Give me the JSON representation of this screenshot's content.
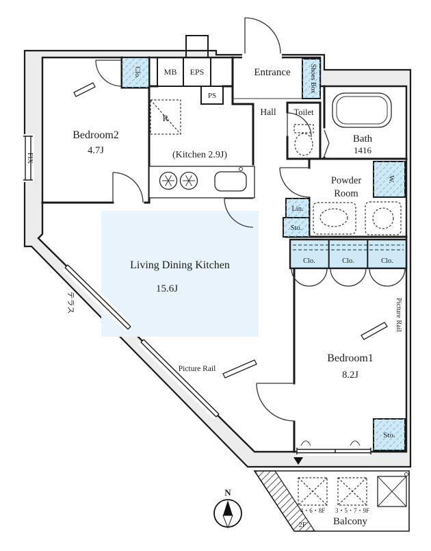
{
  "rooms": {
    "bedroom2": {
      "name": "Bedroom2",
      "size": "4.7J"
    },
    "kitchen": {
      "label": "(Kitchen 2.9J)"
    },
    "living_dining_kitchen": {
      "name": "Living Dining Kitchen",
      "size": "15.6J"
    },
    "bedroom1": {
      "name": "Bedroom1",
      "size": "8.2J"
    },
    "entrance": {
      "label": "Entrance"
    },
    "hall": {
      "label": "Hall"
    },
    "toilet": {
      "label": "Toilet"
    },
    "bath": {
      "name": "Bath",
      "size": "1416"
    },
    "powder_room": {
      "line1": "Powder",
      "line2": "Room"
    },
    "balcony": {
      "label": "Balcony"
    }
  },
  "storage": {
    "bedroom2_closet": "Clo.",
    "shoes_box": "Shoes Box",
    "wardrobe": "W.",
    "linen": "Lin.",
    "hall_storage": "Sto.",
    "bedroom1_closets": [
      "Clo.",
      "Clo.",
      "Clo."
    ],
    "bedroom1_storage": "Sto."
  },
  "utilities": {
    "meter_box": "MB",
    "eps": "EPS",
    "ps": "PS",
    "refrigerator": "R"
  },
  "annotations": {
    "fix_window": "FIX",
    "picture_rail_ldk": "Picture Rail",
    "picture_rail_bedroom1": "Picture Rail",
    "terrace": "テラス",
    "compass_north": "N",
    "floor_label": "2F",
    "balcony_unit_floors_1": "4・6・8F",
    "balcony_unit_floors_2": "3・5・7・9F"
  },
  "colors": {
    "wall": "#1a1a1a",
    "outer_band": "#ececec",
    "closet_fill": "#cfe9f7",
    "closet_hatch": "#8fc0dd",
    "ldk_highlight": "#e8f3fb"
  }
}
